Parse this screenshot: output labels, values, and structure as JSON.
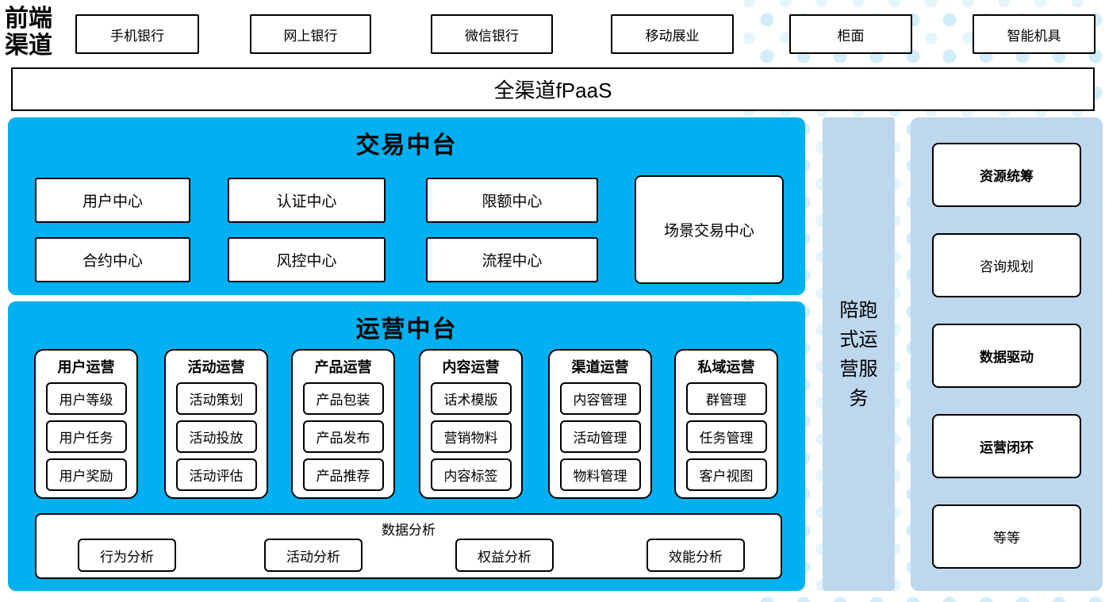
{
  "front_channels": {
    "label": "前端渠道",
    "items": [
      "手机银行",
      "网上银行",
      "微信银行",
      "移动展业",
      "柜面",
      "智能机具"
    ]
  },
  "fpaas": {
    "label": "全渠道fPaaS"
  },
  "transaction_platform": {
    "title": "交易中台",
    "centers": [
      "用户中心",
      "认证中心",
      "限额中心",
      "合约中心",
      "风控中心",
      "流程中心"
    ],
    "scene_center": "场景交易中心"
  },
  "operation_platform": {
    "title": "运营中台",
    "groups": [
      {
        "title": "用户运营",
        "items": [
          "用户等级",
          "用户任务",
          "用户奖励"
        ]
      },
      {
        "title": "活动运营",
        "items": [
          "活动策划",
          "活动投放",
          "活动评估"
        ]
      },
      {
        "title": "产品运营",
        "items": [
          "产品包装",
          "产品发布",
          "产品推荐"
        ]
      },
      {
        "title": "内容运营",
        "items": [
          "话术模版",
          "营销物料",
          "内容标签"
        ]
      },
      {
        "title": "渠道运营",
        "items": [
          "内容管理",
          "活动管理",
          "物料管理"
        ]
      },
      {
        "title": "私域运营",
        "items": [
          "群管理",
          "任务管理",
          "客户视图"
        ]
      }
    ],
    "data_analysis": {
      "title": "数据分析",
      "items": [
        "行为分析",
        "活动分析",
        "权益分析",
        "效能分析"
      ]
    }
  },
  "companion_service": {
    "label": "陪跑式运营服务"
  },
  "service_items": [
    {
      "label": "资源统筹",
      "bold": true
    },
    {
      "label": "咨询规划",
      "bold": false
    },
    {
      "label": "数据驱动",
      "bold": true
    },
    {
      "label": "运营闭环",
      "bold": true
    },
    {
      "label": "等等",
      "bold": false
    }
  ],
  "colors": {
    "primary_blue": "#00b0f0",
    "light_blue": "#bdd7ee",
    "dot_blue": "#d3edf9"
  }
}
